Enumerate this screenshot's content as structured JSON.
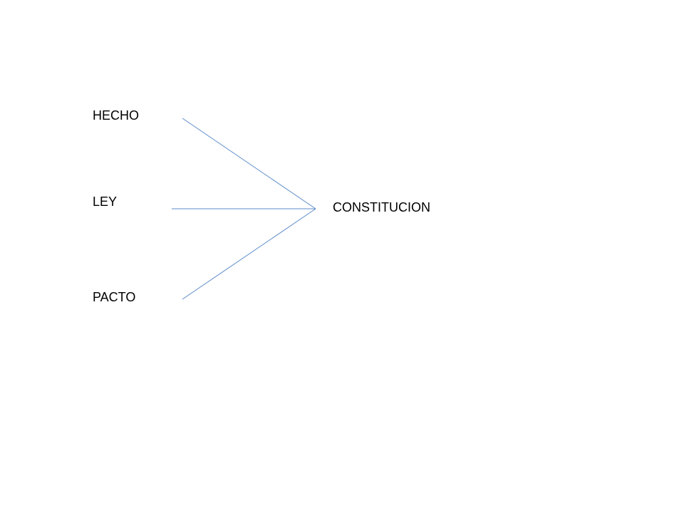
{
  "diagram": {
    "sources": [
      {
        "id": "hecho",
        "label": "HECHO"
      },
      {
        "id": "ley",
        "label": "LEY"
      },
      {
        "id": "pacto",
        "label": "PACTO"
      }
    ],
    "target": {
      "id": "constitucion",
      "label": "CONSTITUCION"
    },
    "line_color": "#5B8BC9",
    "text_color": "#000000",
    "background": "#FFFFFF"
  }
}
